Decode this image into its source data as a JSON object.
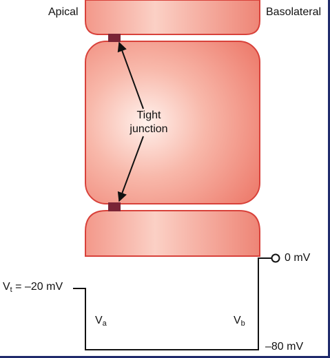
{
  "labels": {
    "apical": "Apical",
    "basolateral": "Basolateral",
    "tight_junction_line1": "Tight",
    "tight_junction_line2": "junction",
    "vt_prefix": "V",
    "vt_sub": "t",
    "vt_value": " = –20 mV",
    "va_main": "V",
    "va_sub": "a",
    "vb_main": "V",
    "vb_sub": "b",
    "zero_mv": "0 mV",
    "minus80_mv": "–80 mV"
  },
  "colors": {
    "cell_fill_center": "#fde6df",
    "cell_fill_edge": "#f08a7c",
    "cell_stroke": "#d8413a",
    "junction": "#7a2436",
    "line": "#111111",
    "frame": "#1f2a6b"
  }
}
